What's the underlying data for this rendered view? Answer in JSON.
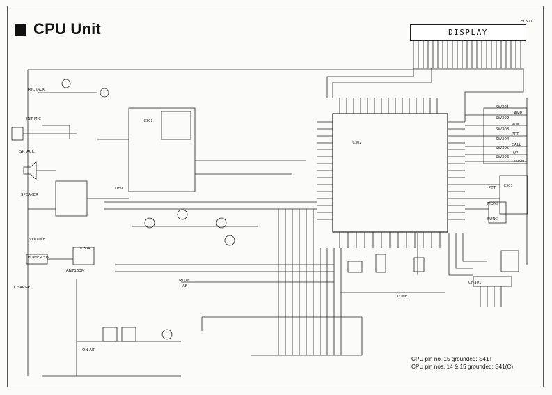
{
  "title": "CPU Unit",
  "display": {
    "label": "DISPLAY",
    "ref": "EL301"
  },
  "notes": [
    "CPU pin no. 15 grounded: S41T",
    "CPU pin nos. 14 & 15 grounded: S41(C)"
  ],
  "components": {
    "mic_jack": "MIC JACK",
    "int_mic": "INT MIC",
    "sp_jack": "SP JACK",
    "speaker": "SPEAKER",
    "volume": "VOLUME",
    "power_sw": "POWER SW",
    "charge": "CHARGE",
    "cpu_ic": "IC302",
    "ic301": "IC301",
    "an": "AN7163M",
    "dev": "DEV",
    "mute": "MUTE",
    "af": "AF",
    "on_air": "ON AIR",
    "tone": "TONE",
    "lamp": "LAMP",
    "vm": "V/M",
    "rpt": "RPT",
    "call": "CALL",
    "up": "UP",
    "down": "DOWN",
    "ptt": "PTT",
    "moni": "MONI",
    "func": "FUNC",
    "ch301": "CH301",
    "sw301": "SW301",
    "sw302": "SW302",
    "sw303": "SW303",
    "sw304": "SW304",
    "sw305": "SW305",
    "sw306": "SW306",
    "ic303": "IC303"
  }
}
